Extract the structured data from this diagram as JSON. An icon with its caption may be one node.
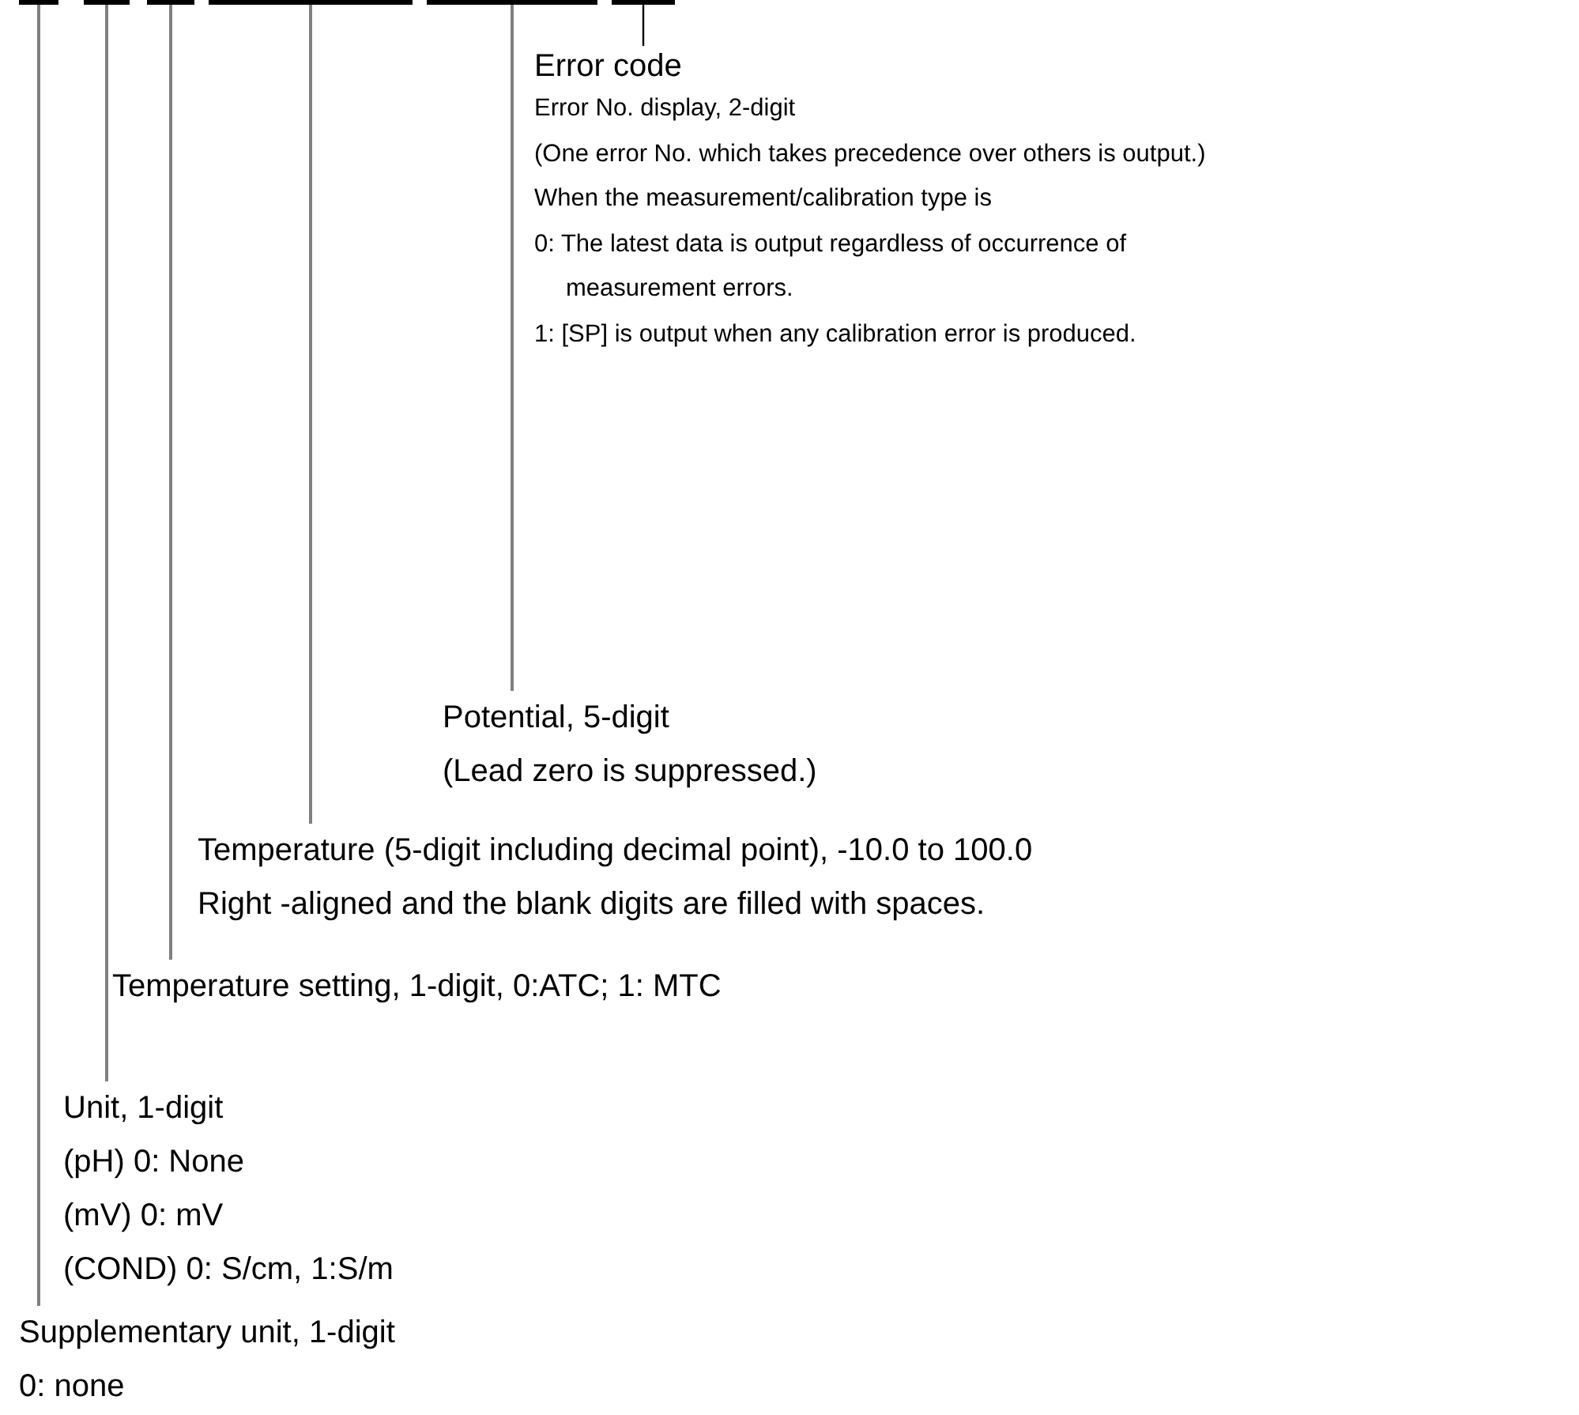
{
  "diagram": {
    "nodes": [
      {
        "text": [],
        "shape": "bar"
      },
      {
        "text": [],
        "shape": "bar"
      },
      {
        "text": [],
        "shape": "bar"
      },
      {
        "text": [],
        "shape": "bar"
      },
      {
        "text": [],
        "shape": "bar"
      },
      {
        "text": [],
        "shape": "bar"
      },
      {
        "text": [
          "Error code",
          "Error No. display, 2-digit",
          "(One error No. which takes precedence over others is output.)",
          "When the measurement/calibration type is",
          "0: The latest data is output regardless of occurrence of measurement errors.",
          "1: [SP] is output when any calibration error is produced."
        ]
      },
      {
        "text": [
          "Potential, 5-digit",
          "(Lead zero is suppressed.)"
        ]
      },
      {
        "text": [
          "Temperature (5-digit including decimal point), -10.0 to 100.0",
          "Right -aligned and the blank digits are filled with spaces."
        ]
      },
      {
        "text": [
          "Temperature setting, 1-digit, 0:ATC; 1: MTC"
        ]
      },
      {
        "text": [
          "Unit, 1-digit",
          "(pH) 0: None",
          "(mV) 0: mV",
          "(COND) 0: S/cm, 1:S/m"
        ]
      },
      {
        "text": [
          "Supplementary unit, 1-digit",
          "0: none"
        ]
      }
    ],
    "edges": [
      {
        "from": 6,
        "to": 5,
        "arrow": "none",
        "color": "#000000"
      },
      {
        "from": 7,
        "to": 4,
        "arrow": "none"
      },
      {
        "from": 8,
        "to": 3,
        "arrow": "none"
      },
      {
        "from": 9,
        "to": 2,
        "arrow": "none"
      },
      {
        "from": 10,
        "to": 1,
        "arrow": "none"
      },
      {
        "from": 11,
        "to": 0,
        "arrow": "none"
      }
    ]
  }
}
